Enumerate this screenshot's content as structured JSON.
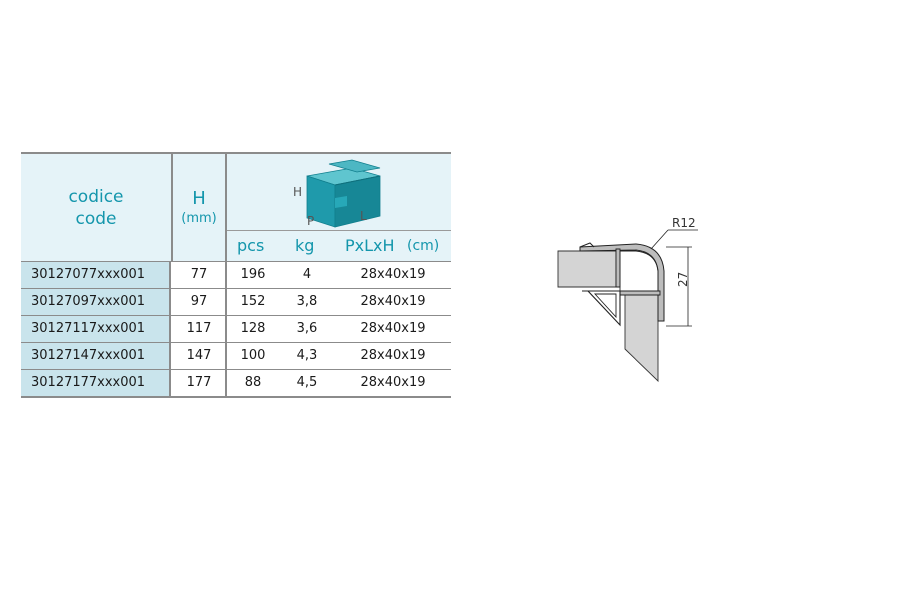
{
  "table": {
    "header": {
      "code_it": "codice",
      "code_en": "code",
      "h_label": "H",
      "h_unit": "(mm)",
      "box_labels": {
        "h": "H",
        "p": "P",
        "l": "L"
      },
      "pcs": "pcs",
      "kg": "kg",
      "dims": "PxLxH",
      "dims_unit": "(cm)"
    },
    "rows": [
      {
        "code": "30127077xxx001",
        "h": "77",
        "pcs": "196",
        "kg": "4",
        "dims": "28x40x19"
      },
      {
        "code": "30127097xxx001",
        "h": "97",
        "pcs": "152",
        "kg": "3,8",
        "dims": "28x40x19"
      },
      {
        "code": "30127117xxx001",
        "h": "117",
        "pcs": "128",
        "kg": "3,6",
        "dims": "28x40x19"
      },
      {
        "code": "30127147xxx001",
        "h": "147",
        "pcs": "100",
        "kg": "4,3",
        "dims": "28x40x19"
      },
      {
        "code": "30127177xxx001",
        "h": "177",
        "pcs": "88",
        "kg": "4,5",
        "dims": "28x40x19"
      }
    ]
  },
  "drawing": {
    "radius_label": "R12",
    "height_label": "27"
  },
  "colors": {
    "accent": "#1496ac",
    "header_bg": "#e5f3f8",
    "code_bg": "#c9e4ec",
    "box": "#1f9aab",
    "border": "#8b8b8b"
  },
  "icons": {
    "box": "carton-box-icon",
    "profile": "corner-profile-drawing"
  }
}
